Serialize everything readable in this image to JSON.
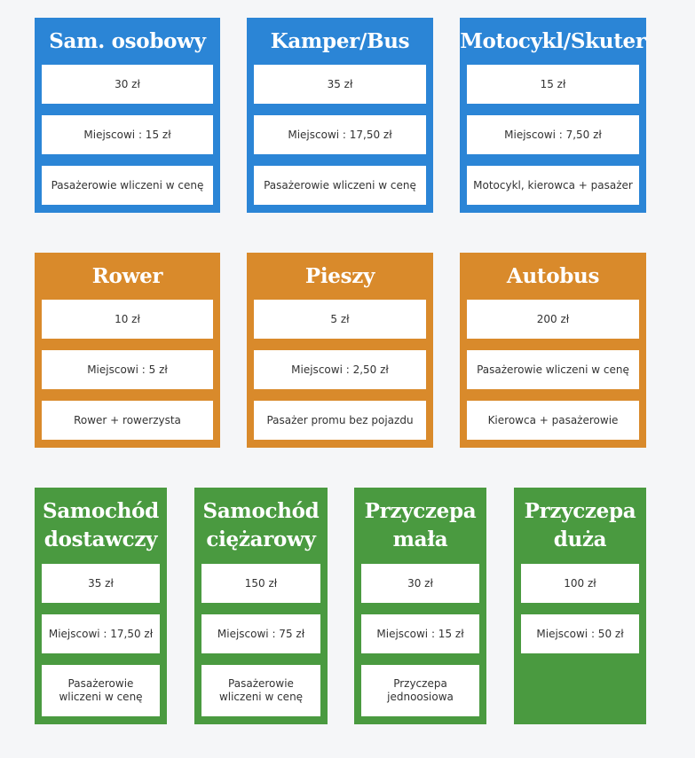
{
  "cards": [
    {
      "title": "Sam. osobowy",
      "items": [
        "30 zł",
        "Miejscowi : 15 zł",
        "Pasażerowie wliczeni w cenę"
      ]
    },
    {
      "title": "Kamper/Bus",
      "items": [
        "35 zł",
        "Miejscowi : 17,50 zł",
        "Pasażerowie wliczeni w cenę"
      ]
    },
    {
      "title": "Motocykl/Skuter",
      "items": [
        "15 zł",
        "Miejscowi : 7,50 zł",
        "Motocykl, kierowca + pasażer"
      ]
    },
    {
      "title": "Rower",
      "items": [
        "10 zł",
        "Miejscowi : 5 zł",
        "Rower + rowerzysta"
      ]
    },
    {
      "title": "Pieszy",
      "items": [
        "5 zł",
        "Miejscowi : 2,50 zł",
        "Pasażer promu bez pojazdu"
      ]
    },
    {
      "title": "Autobus",
      "items": [
        "200 zł",
        "Pasażerowie wliczeni w cenę",
        "Kierowca + pasażerowie"
      ]
    },
    {
      "title": "Samochód dostawczy",
      "items": [
        "35 zł",
        "Miejscowi : 17,50 zł",
        "Pasażerowie wliczeni w cenę"
      ]
    },
    {
      "title": "Samochód ciężarowy",
      "items": [
        "150 zł",
        "Miejscowi : 75 zł",
        "Pasażerowie wliczeni w cenę"
      ]
    },
    {
      "title": "Przyczepa mała",
      "items": [
        "30 zł",
        "Miejscowi : 15 zł",
        "Przyczepa jednoosiowa"
      ]
    },
    {
      "title": "Przyczepa duża",
      "items": [
        "100 zł",
        "Miejscowi : 50 zł"
      ]
    }
  ],
  "colors": {
    "blue": "#2b85d6",
    "orange": "#d98a2b",
    "green": "#4a9a40",
    "background": "#f5f6f8"
  }
}
